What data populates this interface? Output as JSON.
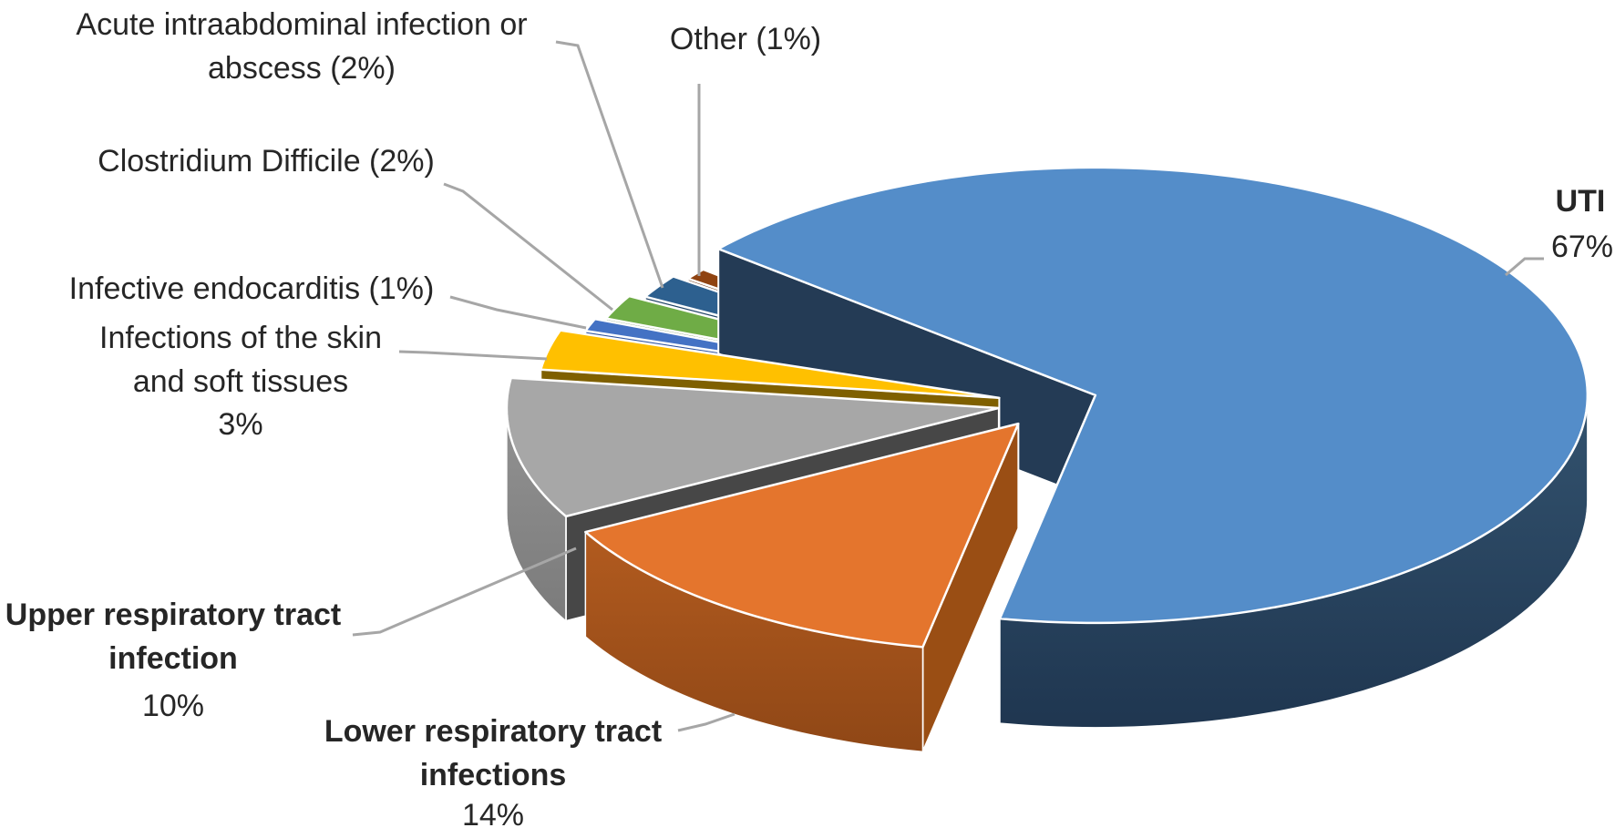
{
  "chart_data": {
    "type": "pie",
    "style": "3d-exploded",
    "title": "",
    "unit": "%",
    "start_angle_deg": 310,
    "direction": "clockwise",
    "background": "#FFFFFF",
    "leader_color": "#A6A6A6",
    "label_color": "#262626",
    "slices": [
      {
        "label": "UTI",
        "value": 67,
        "top": "#548DC9",
        "side_top": "#33536F",
        "side_bottom": "#1F3650",
        "radial": "#243B55"
      },
      {
        "label": "Lower respiratory tract infections",
        "value": 14,
        "top": "#E4752D",
        "side_top": "#B25B1F",
        "side_bottom": "#8F4716",
        "radial": "#9A4E14"
      },
      {
        "label": "Upper respiratory tract infection",
        "value": 10,
        "top": "#A7A7A7",
        "side_top": "#929292",
        "side_bottom": "#7B7B7B",
        "radial": "#474747"
      },
      {
        "label": "Infections of the skin and soft tissues",
        "value": 3,
        "top": "#FFC000",
        "side_top": "#C79500",
        "side_bottom": "#9A7400",
        "radial": "#7F6000"
      },
      {
        "label": "Infective endocarditis",
        "value": 1,
        "top": "#4472C4",
        "side_top": "#3B63AC",
        "side_bottom": "#2C4B84",
        "radial": "#2F54A0"
      },
      {
        "label": "Clostridium Difficile",
        "value": 2,
        "top": "#6FAC46",
        "side_top": "#5F953B",
        "side_bottom": "#4B772E",
        "radial": "#4E7A31"
      },
      {
        "label": "Acute intraabdominal infection or abscess",
        "value": 2,
        "top": "#2D608F",
        "side_top": "#27527B",
        "side_bottom": "#1D3F60",
        "radial": "#1F4265"
      },
      {
        "label": "Other",
        "value": 1,
        "top": "#8F4311",
        "side_top": "#7B3A0E",
        "side_bottom": "#642E0A",
        "radial": "#69300B"
      }
    ],
    "annotations": {
      "acute": "Acute intraabdominal infection or\nabscess (2%)",
      "other": "Other (1%)",
      "cdiff": "Clostridium Difficile (2%)",
      "endo": "Infective endocarditis (1%)",
      "skin": "Infections of the skin\nand soft tissues\n3%",
      "upper_name": "Upper respiratory tract\ninfection",
      "upper_value": "10%",
      "lower_name": "Lower respiratory tract\ninfections",
      "lower_value": "14%",
      "uti_name": "UTI",
      "uti_value": "67%"
    }
  }
}
